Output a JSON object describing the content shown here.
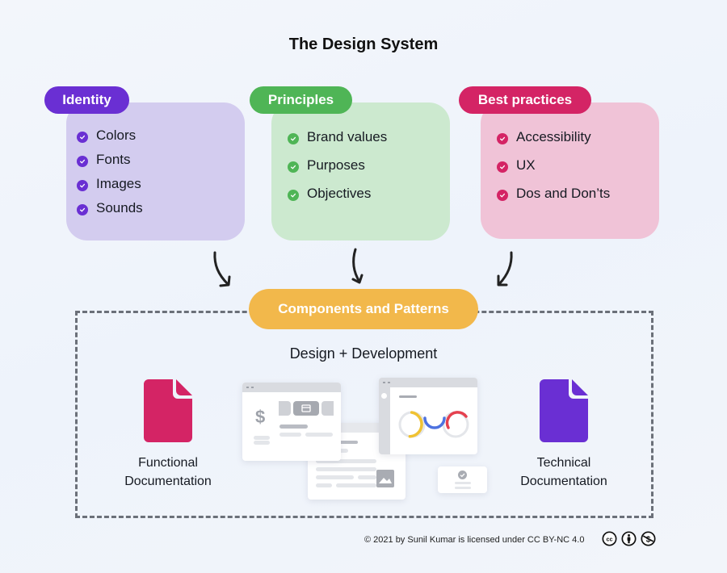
{
  "title": "The Design System",
  "colors": {
    "identity": "#6a2fd3",
    "principles": "#4fb556",
    "best_practices": "#d42465",
    "components": "#f2b84b"
  },
  "groups": [
    {
      "label": "Identity",
      "items": [
        "Colors",
        "Fonts",
        "Images",
        "Sounds"
      ]
    },
    {
      "label": "Principles",
      "items": [
        "Brand values",
        "Purposes",
        "Objectives"
      ]
    },
    {
      "label": "Best practices",
      "items": [
        "Accessibility",
        "UX",
        "Dos and Don’ts"
      ]
    }
  ],
  "components": {
    "label": "Components and Patterns",
    "subtitle": "Design + Development"
  },
  "docs": {
    "functional": {
      "line1": "Functional",
      "line2": "Documentation",
      "icon": "document-icon"
    },
    "technical": {
      "line1": "Technical",
      "line2": "Documentation",
      "icon": "document-icon"
    }
  },
  "mockups": {
    "currency_symbol": "$"
  },
  "footer": {
    "license_text": "© 2021 by Sunil Kumar is licensed under CC BY-NC 4.0",
    "icons": [
      "cc-icon",
      "by-attribution-icon",
      "non-commercial-icon"
    ]
  }
}
